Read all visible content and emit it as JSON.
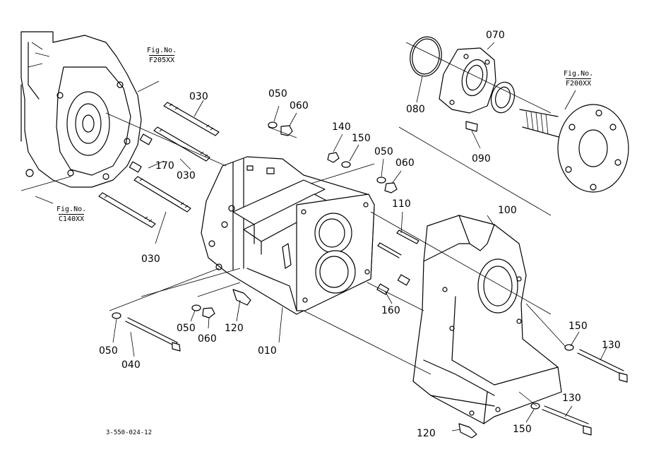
{
  "parts": {
    "p010": "010",
    "p030a": "030",
    "p030b": "030",
    "p030c": "030",
    "p040": "040",
    "p050a": "050",
    "p050b": "050",
    "p050c": "050",
    "p050d": "050",
    "p060a": "060",
    "p060b": "060",
    "p060c": "060",
    "p070": "070",
    "p080": "080",
    "p090": "090",
    "p100": "100",
    "p110": "110",
    "p120a": "120",
    "p120b": "120",
    "p130a": "130",
    "p130b": "130",
    "p140": "140",
    "p150a": "150",
    "p150b": "150",
    "p150c": "150",
    "p160": "160",
    "p170": "170"
  },
  "figure_refs": {
    "f205": {
      "prefix": "Fig.No.",
      "code": "F205XX"
    },
    "f200": {
      "prefix": "Fig.No.",
      "code": "F200XX"
    },
    "c140": {
      "prefix": "Fig.No.",
      "code": "C140XX"
    }
  },
  "drawing_number": "3-550-024-12"
}
